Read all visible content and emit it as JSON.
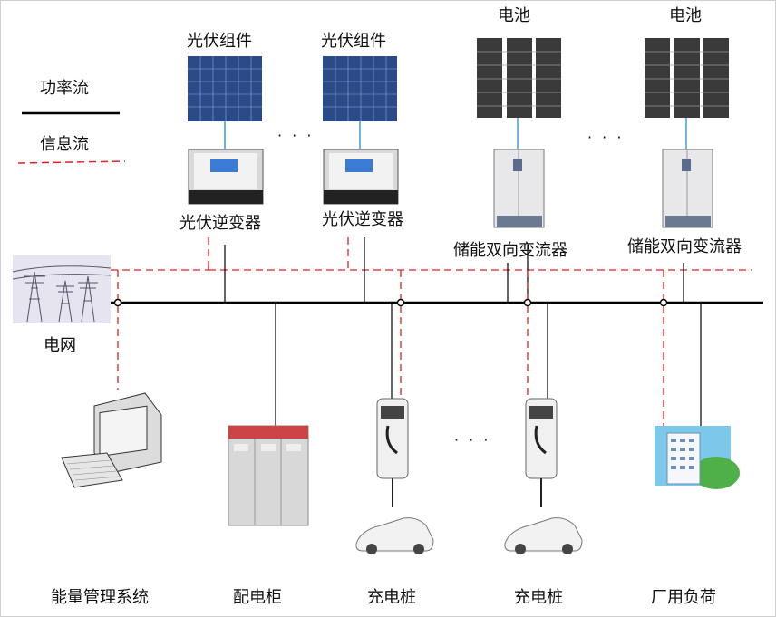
{
  "legend": {
    "power_flow": "功率流",
    "info_flow": "信息流"
  },
  "pv_modules": [
    "光伏组件",
    "光伏组件"
  ],
  "pv_inverters": [
    "光伏逆变器",
    "光伏逆变器"
  ],
  "batteries": [
    "电池",
    "电池"
  ],
  "bidirectional_converters": [
    "储能双向变流器",
    "储能双向变流器"
  ],
  "grid_label": "电网",
  "bottom_labels": {
    "ems": "能量管理系统",
    "distribution_cabinet": "配电柜",
    "charger_1": "充电桩",
    "charger_2": "充电桩",
    "plant_load": "厂用负荷"
  },
  "ellipsis": "· · ·",
  "colors": {
    "power_line": "#000000",
    "info_line": "#e02020",
    "panel_blue": "#2c4f8c",
    "inverter_screen": "#3a7bd5"
  }
}
